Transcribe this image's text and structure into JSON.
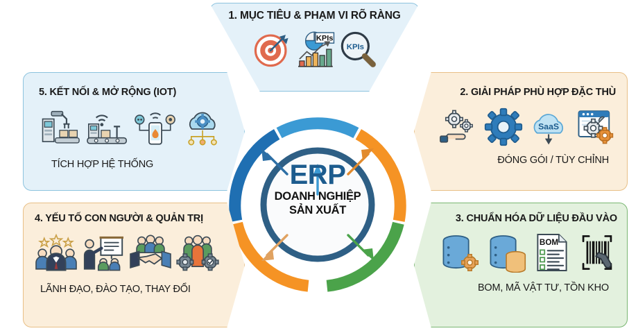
{
  "hub": {
    "title": "ERP",
    "subtitle_line1": "DOANH NGHIỆP",
    "subtitle_line2": "SẢN XUẤT",
    "title_color": "#1d5c8e",
    "ring_color": "#2e5f85"
  },
  "cards": [
    {
      "id": "top",
      "number": "1.",
      "title": "1. MỤC TIÊU & PHẠM VI RÕ RÀNG",
      "caption": "",
      "bg": "#e4f1f9",
      "border": "#8cc3de",
      "arrow_color": "#3b9ad4",
      "icons": [
        "target-arrow-icon",
        "kpi-chart-icon",
        "magnifier-kpis-icon"
      ]
    },
    {
      "id": "left-top",
      "number": "5.",
      "title": "5. KẾT NỐI & MỞ RỘNG (IOT)",
      "caption": "TÍCH HỢP HỆ THỐNG",
      "bg": "#e4f1f9",
      "border": "#8cc3de",
      "arrow_color": "#2c6ea5",
      "icons": [
        "robot-arm-conveyor-icon",
        "smart-conveyor-wifi-icon",
        "iot-mobile-sensors-icon",
        "cloud-gear-network-icon"
      ]
    },
    {
      "id": "right-top",
      "number": "2.",
      "title": "2. GIẢI PHÁP PHÙ HỢP ĐẶC THÙ",
      "caption": "ĐÓNG GÓI / TÙY CHỈNH",
      "bg": "#fbeedb",
      "border": "#e8bf86",
      "arrow_color": "#e28b2e",
      "icons": [
        "hand-gears-icon",
        "gear-icon",
        "saas-cloud-icon",
        "browser-gear-wrench-icon"
      ]
    },
    {
      "id": "left-bottom",
      "number": "4.",
      "title": "4. YẾU TỐ CON NGƯỜI & QUẢN TRỊ",
      "caption": "LÃNH ĐẠO, ĐÀO TẠO, THAY ĐỔI",
      "bg": "#fbeedb",
      "border": "#e8bf86",
      "arrow_color": "#e0a261",
      "icons": [
        "leadership-stars-icon",
        "training-presentation-icon",
        "handshake-team-icon",
        "team-gears-check-icon"
      ]
    },
    {
      "id": "right-bottom",
      "number": "3.",
      "title": "3. CHUẨN HÓA DỮ LIỆU ĐẦU VÀO",
      "caption": "BOM, MÃ VẬT TƯ, TỒN KHO",
      "bg": "#e3f1de",
      "border": "#79b671",
      "arrow_color": "#4ba34a",
      "icons": [
        "database-gear-icon",
        "database-coins-icon",
        "bom-document-icon",
        "barcode-scanner-icon"
      ]
    }
  ],
  "ring": {
    "segments": [
      {
        "name": "top-lightblue",
        "color": "#3b9ad4"
      },
      {
        "name": "upper-left-darkblue",
        "color": "#1f6fb2"
      },
      {
        "name": "left-orange",
        "color": "#f59324"
      },
      {
        "name": "right-orange",
        "color": "#f59324"
      },
      {
        "name": "right-green",
        "color": "#4ba34a"
      }
    ]
  },
  "icon_labels": {
    "kpis_chart": "KPIs",
    "kpis_magnifier": "KPIs",
    "saas": "SaaS",
    "bom": "BOM"
  }
}
